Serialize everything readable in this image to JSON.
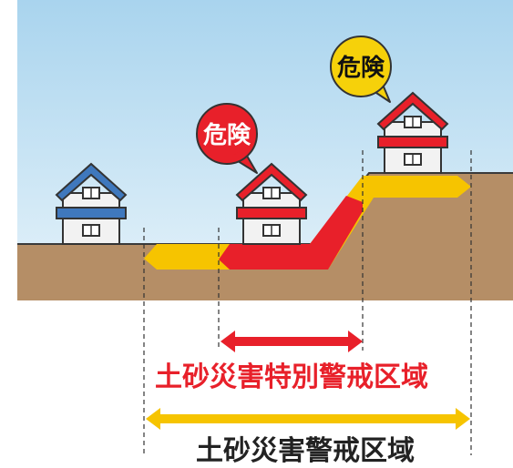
{
  "diagram": {
    "danger_red_label": "危険",
    "danger_yellow_label": "危険",
    "special_zone_label": "土砂災害特別警戒区域",
    "warning_zone_label": "土砂災害警戒区域"
  },
  "colors": {
    "sky_top": "#a9d4ee",
    "sky_bottom": "#e6f3fa",
    "ground": "#b58e66",
    "red_zone": "#e8202a",
    "yellow_zone": "#f6c400",
    "blue_roof": "#3f78bd",
    "red_roof": "#e8202a",
    "house_wall": "#f2f2f2"
  }
}
